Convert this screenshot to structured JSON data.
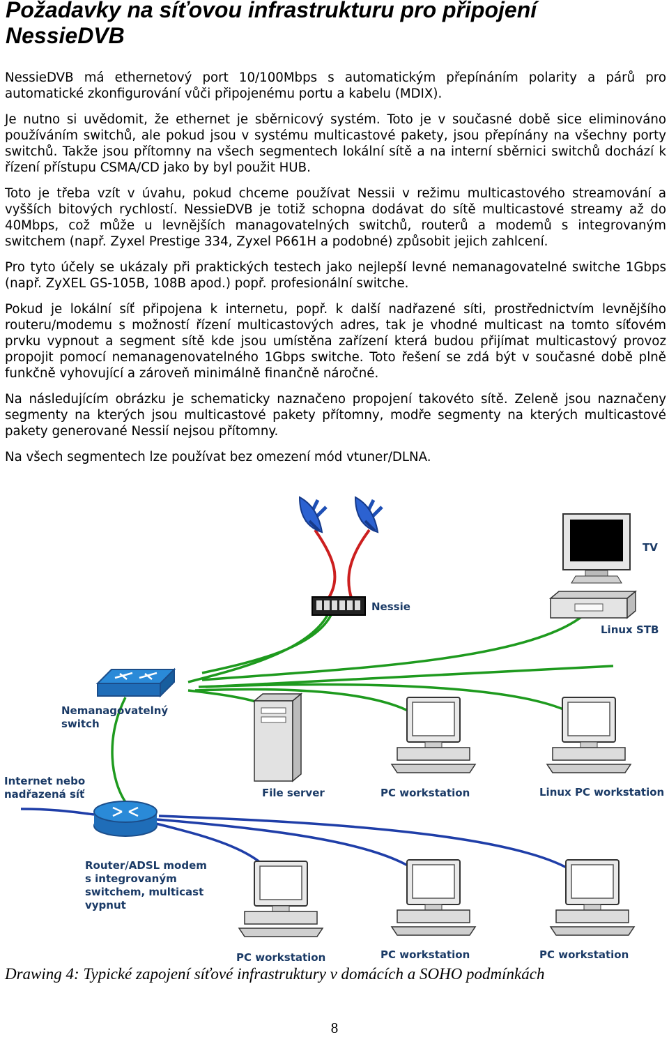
{
  "title": "Požadavky na síťovou infrastrukturu pro připojení NessieDVB",
  "paragraphs": [
    "NessieDVB má ethernetový port 10/100Mbps s automatickým přepínáním polarity a párů pro automatické zkonfigurování vůči připojenému portu a kabelu (MDIX).",
    "Je nutno si uvědomit, že ethernet je sběrnicový systém. Toto je v současné době sice eliminováno používáním switchů, ale pokud jsou v systému multicastové pakety, jsou přepínány na všechny porty switchů. Takže jsou přítomny na všech segmentech lokální sítě a na interní sběrnici switchů dochází k řízení přístupu CSMA/CD jako by byl použit HUB.",
    "Toto je třeba vzít v úvahu, pokud chceme používat Nessii v režimu multicastového streamování a vyšších bitových rychlostí. NessieDVB je totiž schopna dodávat do sítě multicastové streamy až do 40Mbps, což může u levnějších managovatelných switchů, routerů a modemů s integrovaným switchem (např. Zyxel Prestige 334, Zyxel P661H a podobné) způsobit jejich zahlcení.",
    "Pro tyto účely se ukázaly při praktických testech jako nejlepší levné nemanagovatelné switche 1Gbps (např. ZyXEL GS-105B, 108B apod.) popř. profesionální switche.",
    "Pokud je lokální síť připojena k internetu, popř. k další nadřazené síti, prostřednictvím levnějšího routeru/modemu s možností řízení multicastových adres, tak je vhodné multicast na tomto síťovém prvku vypnout a segment sítě kde jsou umístěna zařízení která budou přijímat multicastový provoz propojit pomocí nemanagenovatelného 1Gbps switche. Toto řešení se zdá být v současné době plně funkčně vyhovující a zároveň minimálně finančně náročné.",
    "Na následujícím obrázku je schematicky naznačeno propojení takovéto sítě. Zeleně jsou naznačeny segmenty na kterých jsou multicastové pakety přítomny, modře segmenty na kterých multicastové pakety generované Nessií nejsou přítomny.",
    "Na všech segmentech lze používat bez omezení mód vtuner/DLNA."
  ],
  "diagram": {
    "labels": {
      "tv": "TV",
      "nessie": "Nessie",
      "linux_stb": "Linux STB",
      "switch_line1": "Nemanagovatelný",
      "switch_line2": "switch",
      "internet_line1": "Internet nebo",
      "internet_line2": "nadřazená síť",
      "file_server": "File server",
      "pc_ws_1": "PC workstation",
      "linux_pc_ws": "Linux PC workstation",
      "router_line1": "Router/ADSL modem",
      "router_line2": "s integrovaným",
      "router_line3": "switchem, multicast",
      "router_line4": "vypnut",
      "pc_ws_2": "PC workstation",
      "pc_ws_3": "PC workstation",
      "pc_ws_4": "PC workstation"
    },
    "colors": {
      "multicast_segment": "#1e9a1e",
      "non_multicast_segment": "#1f3ea8",
      "satellite_cable": "#cc1f1f",
      "label": "#1a3a66"
    }
  },
  "caption": "Drawing 4: Typické zapojení síťové infrastruktury v domácích a SOHO podmínkách",
  "page_number": "8"
}
